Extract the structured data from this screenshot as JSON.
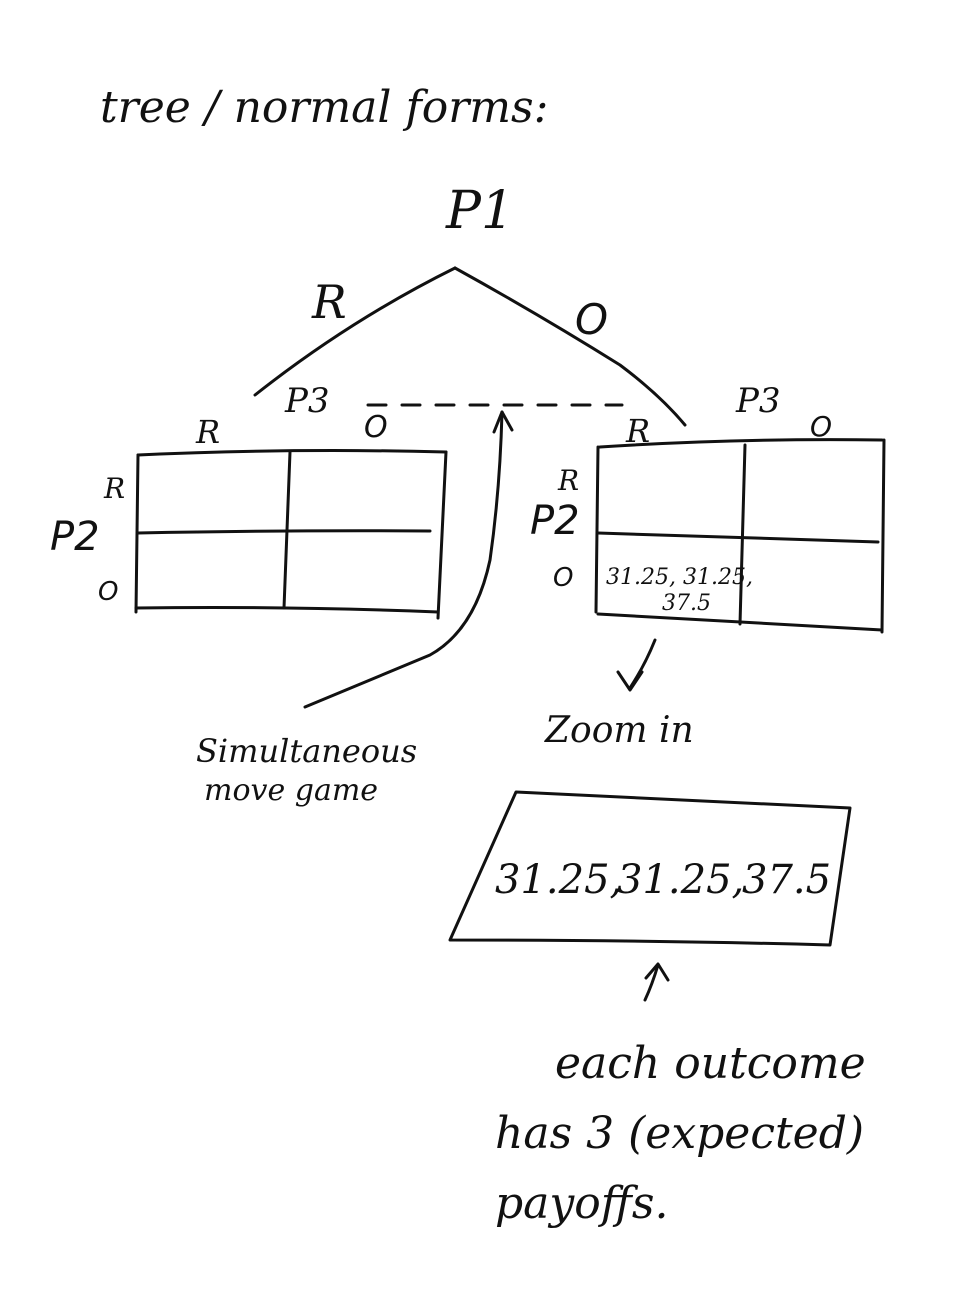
{
  "heading": "tree / normal forms:",
  "tree": {
    "root_player": "P1",
    "left_action": "R",
    "right_action": "O"
  },
  "left_matrix": {
    "column_player": "P3",
    "col_labels": [
      "R",
      "O"
    ],
    "row_player": "P2",
    "row_labels": [
      "R",
      "O"
    ]
  },
  "right_matrix": {
    "column_player": "P3",
    "col_labels": [
      "R",
      "O"
    ],
    "row_player": "P2",
    "row_labels": [
      "R",
      "O"
    ],
    "cell_bottom_left_line1": "31.25, 31.25,",
    "cell_bottom_left_line2": "37.5"
  },
  "annotations": {
    "simultaneous_line1": "Simultaneous",
    "simultaneous_line2": "move game",
    "zoom": "Zoom in",
    "note_line1": "each outcome",
    "note_line2": "has 3 (expected)",
    "note_line3": "payoffs."
  },
  "zoom_box": {
    "payoff_p1": "31.25,",
    "payoff_p2": "31.25,",
    "payoff_p3": "37.5",
    "color_p1": "#d9402b",
    "color_p2": "#2f6fe0",
    "color_p3": "#6ab04c"
  }
}
